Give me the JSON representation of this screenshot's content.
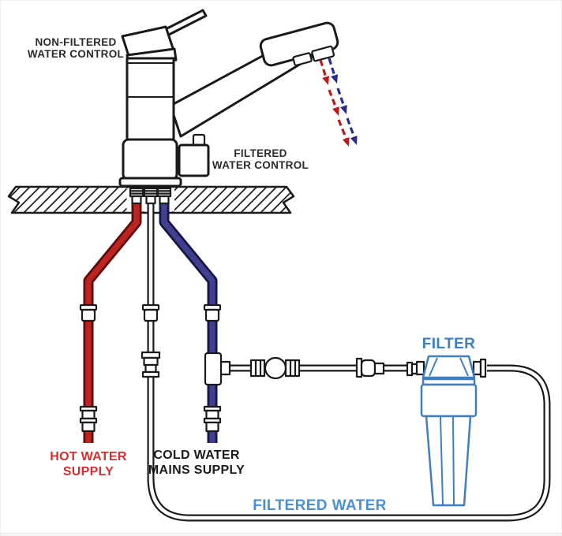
{
  "diagram": {
    "labels": {
      "non_filtered_control": {
        "line1": "NON-FILTERED",
        "line2": "WATER CONTROL"
      },
      "filtered_control": {
        "line1": "FILTERED",
        "line2": "WATER CONTROL"
      },
      "hot_supply": {
        "line1": "HOT WATER",
        "line2": "SUPPLY"
      },
      "cold_supply": {
        "line1": "COLD WATER",
        "line2": "MAINS SUPPLY"
      },
      "filter": "FILTER",
      "filtered_water": "FILTERED WATER"
    },
    "colors": {
      "line": "#1a1a1a",
      "hot_pipe": "#bb2420",
      "hot_pipe_edge": "#5c0b0b",
      "cold_pipe": "#40408c",
      "cold_pipe_edge": "#15154a",
      "filter_outline": "#3f7fbf",
      "filter_label_color": "#3e7fc1",
      "filtered_water_label_color": "#4a90d2",
      "hot_label_color": "#d32f2f",
      "cold_label_color": "#1a1a1a",
      "control_label_color": "#2b2b2b",
      "spray_red": "#b71c1c",
      "spray_blue": "#2a2a8c"
    },
    "shapes": [
      "faucet",
      "handle-lever",
      "spout",
      "spray-arrows",
      "countertop",
      "hot-water-pipe",
      "cold-water-pipe",
      "filtered-water-pipe",
      "compression-fittings",
      "tee-adapter",
      "ball-valve",
      "inline-filter"
    ]
  }
}
